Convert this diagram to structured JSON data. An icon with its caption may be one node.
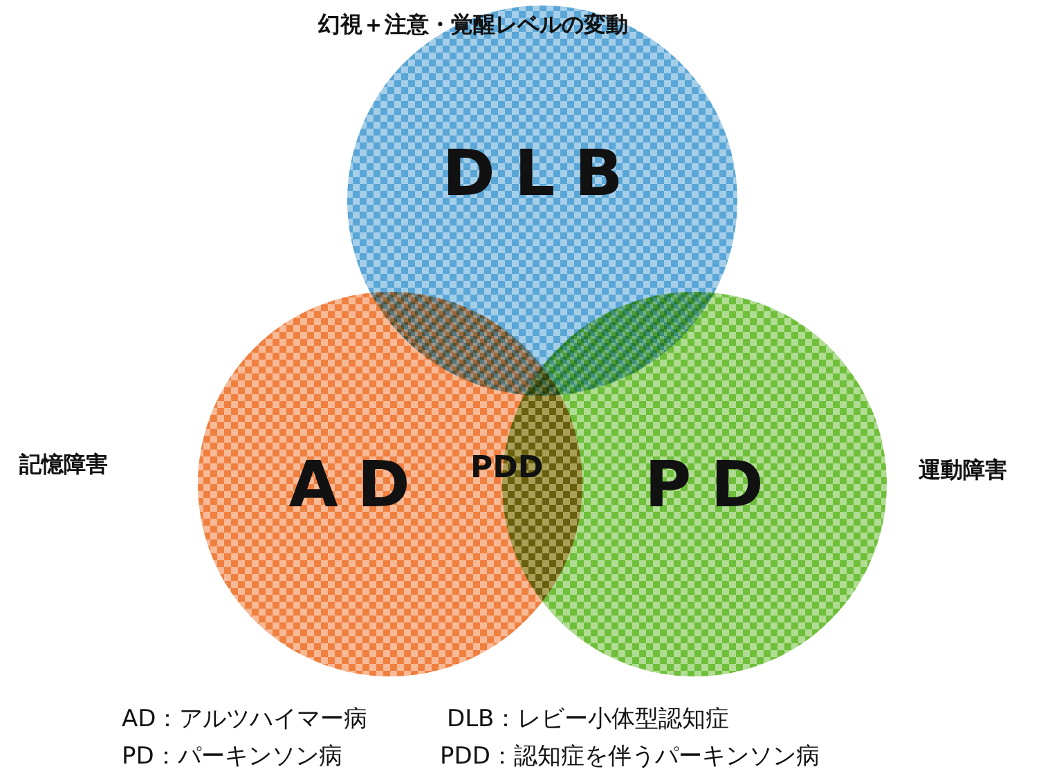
{
  "diagram": {
    "nodes": [
      {
        "text": [
          "DLB"
        ]
      },
      {
        "text": [
          "AD"
        ]
      },
      {
        "text": [
          "PD"
        ]
      }
    ],
    "labels": [
      "幻視＋注意・覚醒レベルの変動",
      "記憶障害",
      "PDD",
      "運動障害",
      "AD：アルツハイマー病",
      "DLB：レビー小体型認知症",
      "PD：パーキンソン病",
      "PDD：認知症を伴うパーキンソン病"
    ]
  }
}
